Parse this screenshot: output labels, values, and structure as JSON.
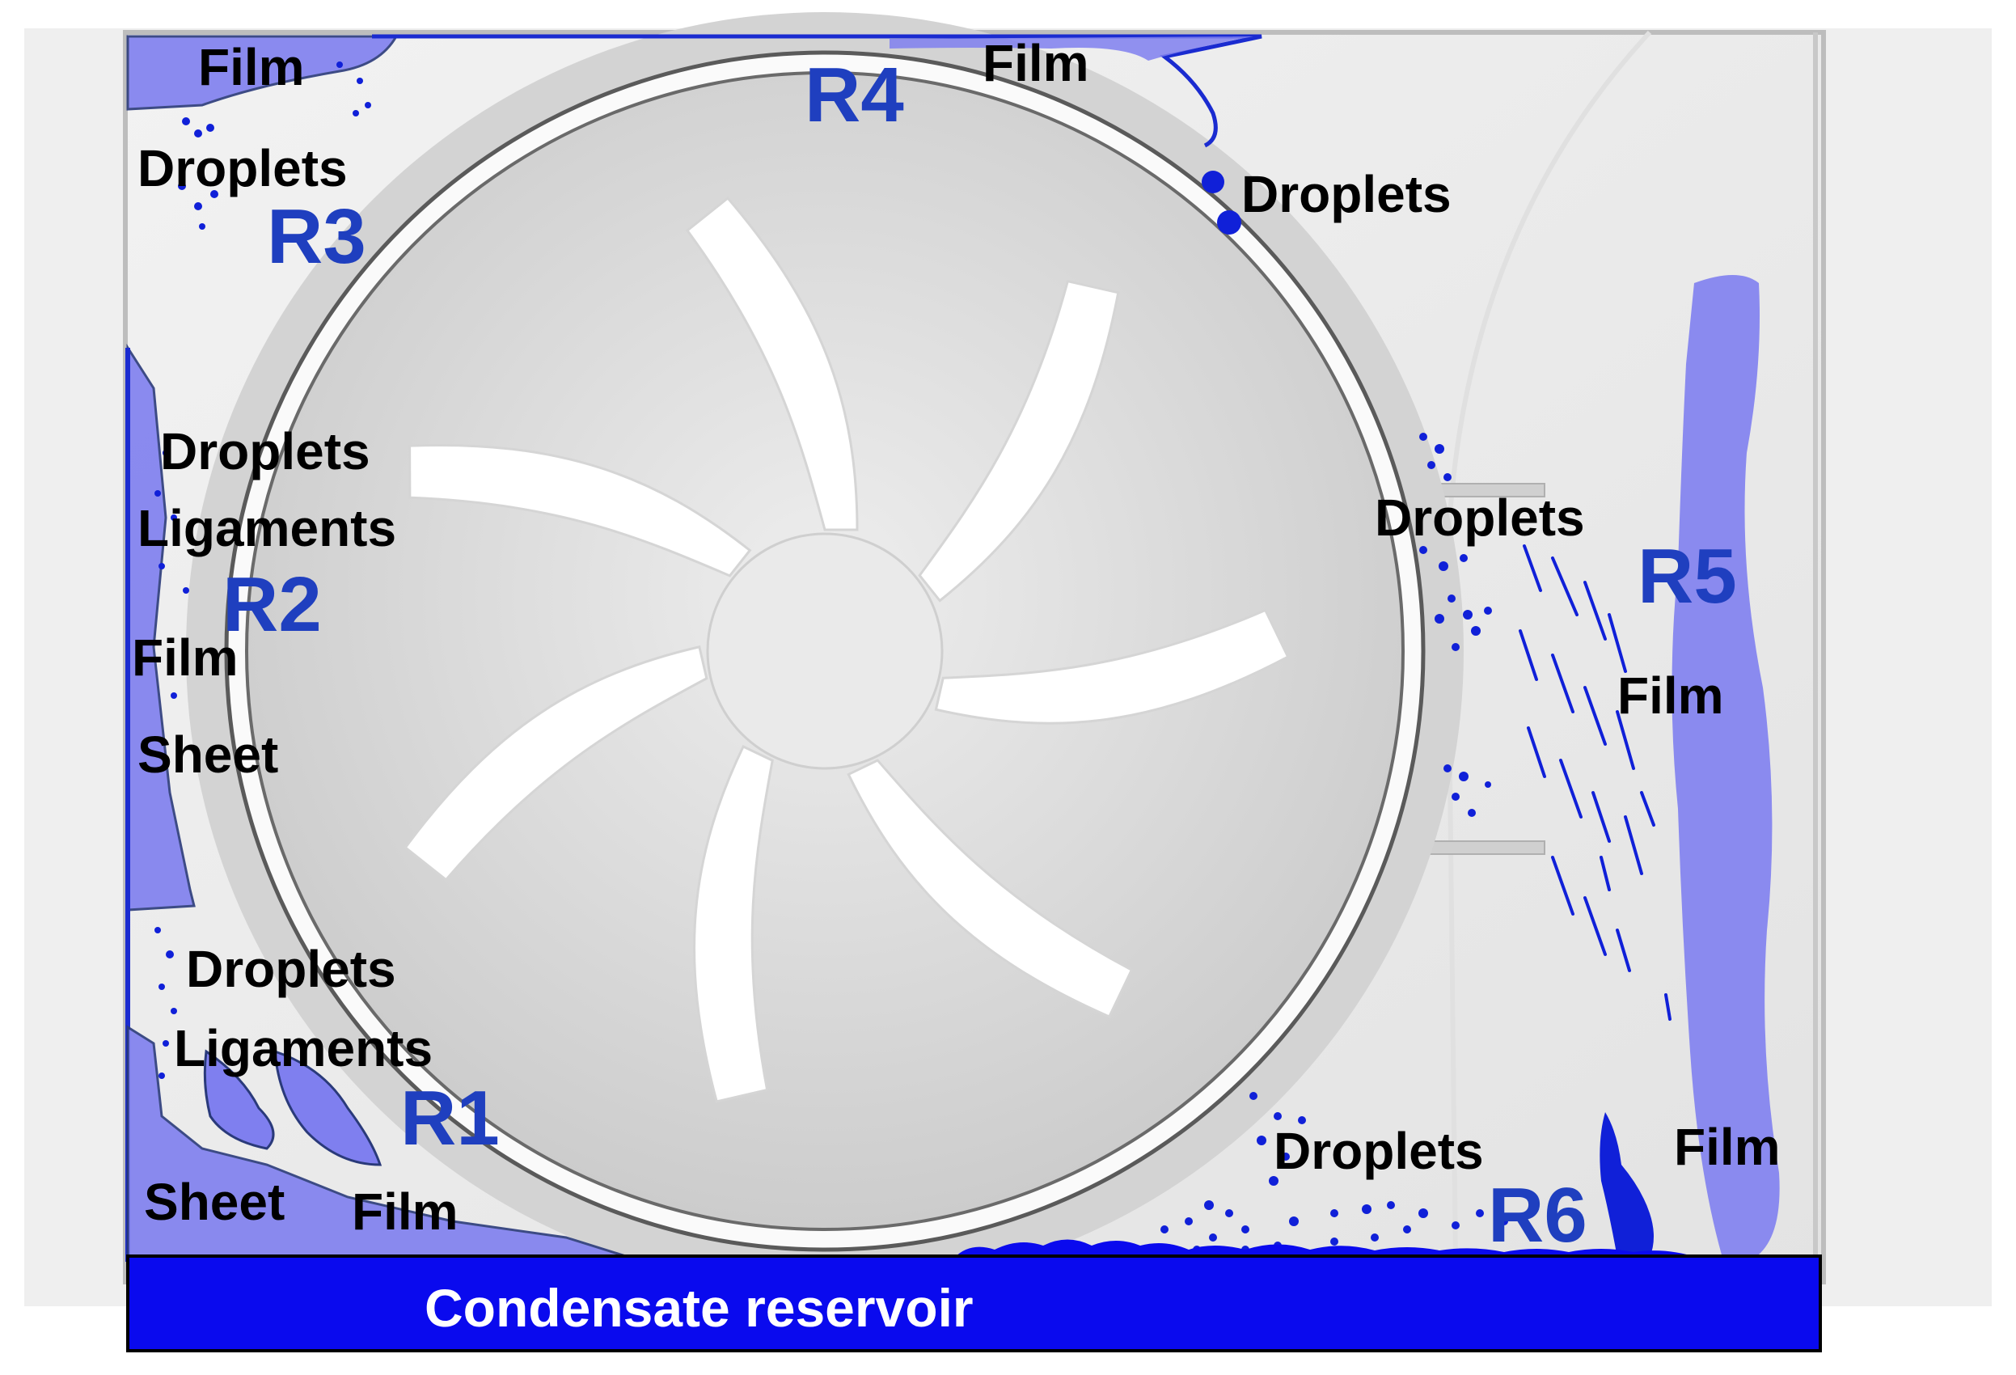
{
  "colors": {
    "region_id": "#1f3fbf",
    "film_fill": "#7f7fef",
    "film_outline": "#2a3a7a",
    "droplet": "#1020d8",
    "reservoir": "#0a0aee",
    "label": "#000000",
    "reservoir_label": "#ffffff"
  },
  "regions": [
    {
      "id": "R1"
    },
    {
      "id": "R2"
    },
    {
      "id": "R3"
    },
    {
      "id": "R4"
    },
    {
      "id": "R5"
    },
    {
      "id": "R6"
    }
  ],
  "labels": {
    "r3_film": "Film",
    "r3_droplets": "Droplets",
    "r4_film": "Film",
    "r4_droplets": "Droplets",
    "r2_droplets": "Droplets",
    "r2_ligaments": "Ligaments",
    "r2_film": "Film",
    "r2_sheet": "Sheet",
    "r1_droplets": "Droplets",
    "r1_ligaments": "Ligaments",
    "r1_sheet": "Sheet",
    "r1_film": "Film",
    "r5_droplets": "Droplets",
    "r5_film": "Film",
    "r6_droplets": "Droplets",
    "r6_film": "Film"
  },
  "reservoir": {
    "label": "Condensate reservoir"
  }
}
